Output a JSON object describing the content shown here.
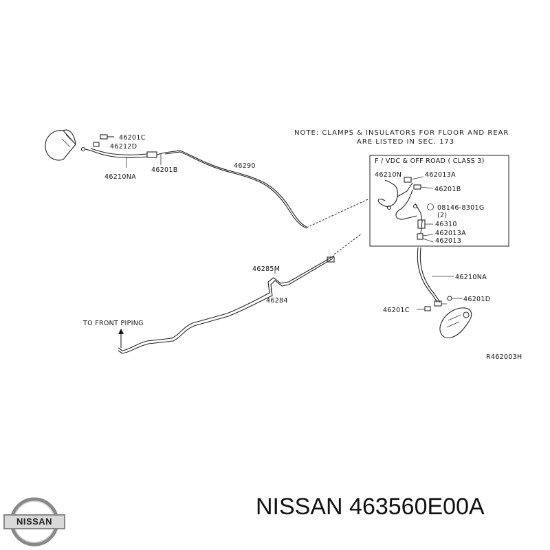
{
  "diagram": {
    "note": [
      "NOTE: CLAMPS & INSULATORS FOR FLOOR AND REAR",
      "ARE LISTED IN SEC. 173"
    ],
    "inset_title": "F / VDC & OFF ROAD ( CLASS 3)",
    "labels": {
      "p46201C_top": "46201C",
      "p46212D": "46212D",
      "p46210NA_left": "46210NA",
      "p46201B_left": "46201B",
      "p46290": "46290",
      "p46210N": "46210N",
      "p462013A_top": "462013A",
      "p46201B_inset": "46201B",
      "p08146": "08146-8301G",
      "p08146_qty": "(2)",
      "p46310": "46310",
      "p462013A_low": "462013A",
      "p462013_low": "462013",
      "p46285M": "46285M",
      "p46284": "46284",
      "p46210NA_right": "46210NA",
      "p46201D": "46201D",
      "p46201C_bottom": "46201C",
      "front_piping": "TO FRONT PIPING",
      "ref_code": "R462003H"
    }
  },
  "brand_logo": "NISSAN",
  "caption": "NISSAN 463560E00A"
}
